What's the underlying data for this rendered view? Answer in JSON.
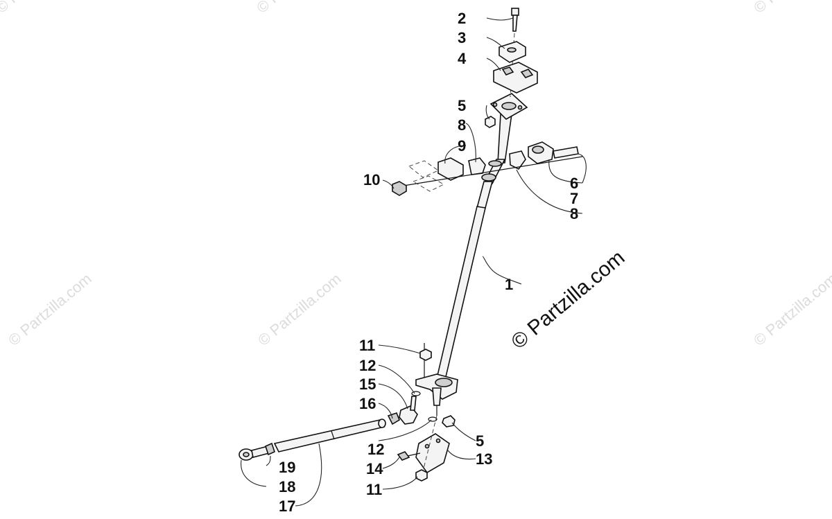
{
  "copyright": "© Partzilla.com",
  "watermark": "© Partzilla.com",
  "labels": {
    "l1": "1",
    "l2": "2",
    "l3": "3",
    "l4": "4",
    "l5a": "5",
    "l5b": "5",
    "l6": "6",
    "l7": "7",
    "l8a": "8",
    "l8b": "8",
    "l9": "9",
    "l10": "10",
    "l11a": "11",
    "l11b": "11",
    "l12a": "12",
    "l12b": "12",
    "l13": "13",
    "l14": "14",
    "l15": "15",
    "l16": "16",
    "l17": "17",
    "l18": "18",
    "l19": "19"
  }
}
